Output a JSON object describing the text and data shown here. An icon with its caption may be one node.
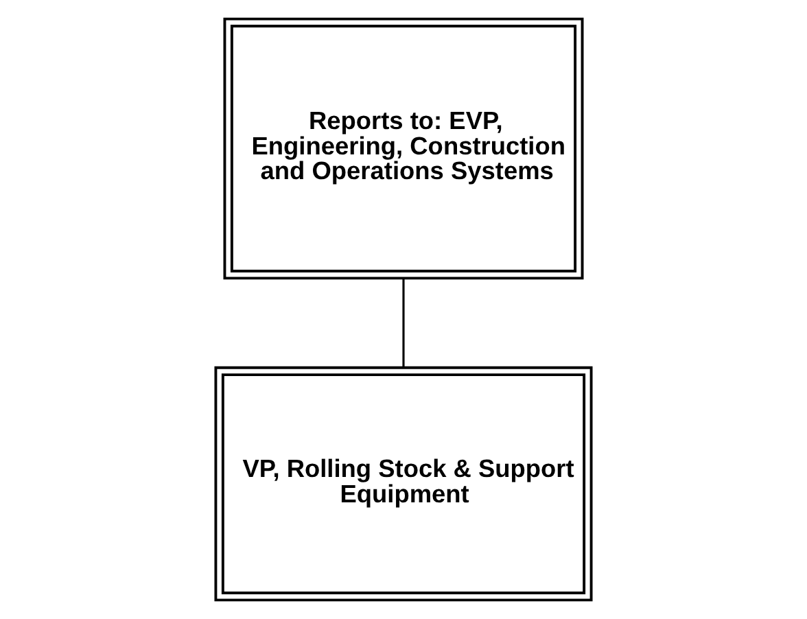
{
  "diagram": {
    "nodes": [
      {
        "text": [
          "Reports to: EVP, Engineering, Construction and Operations Systems"
        ]
      },
      {
        "text": [
          "VP, Rolling Stock & Support Equipment"
        ]
      }
    ],
    "edges": [
      {
        "from": 0,
        "to": 1,
        "arrow": "none"
      }
    ]
  }
}
